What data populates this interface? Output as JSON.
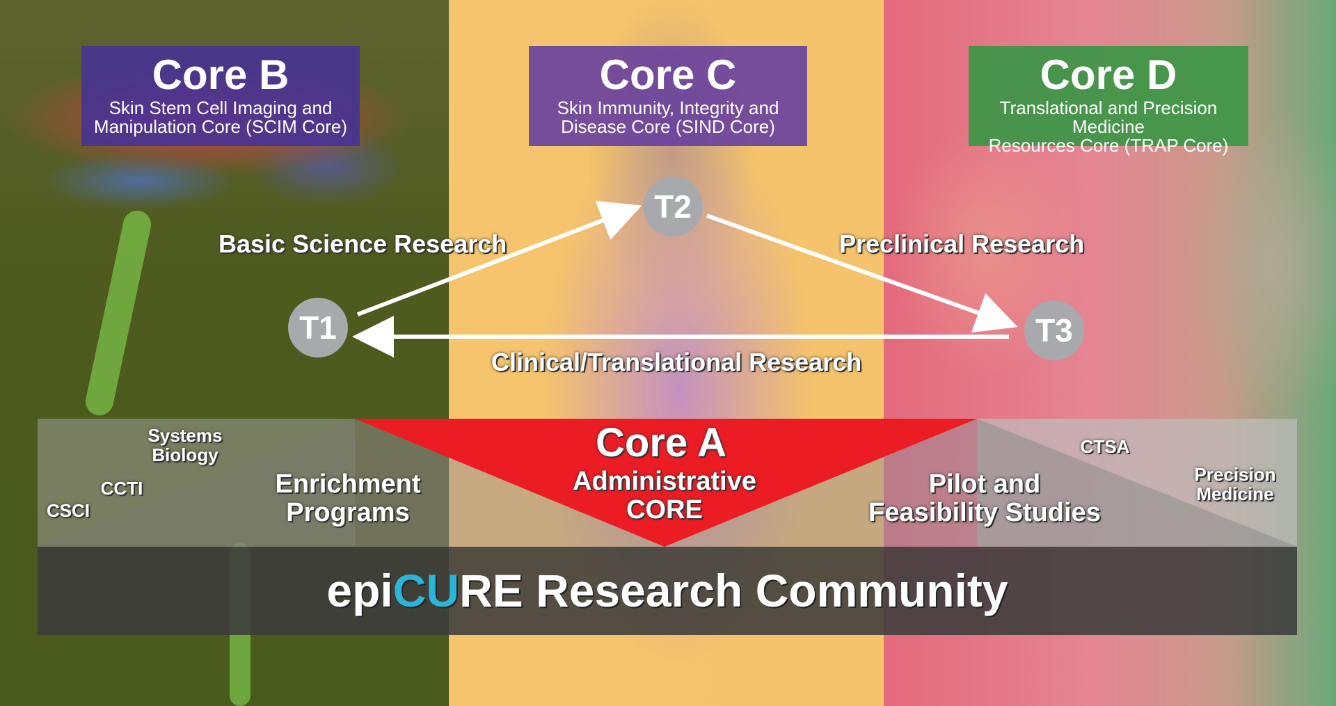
{
  "cores": {
    "b": {
      "title": "Core B",
      "line1": "Skin Stem Cell Imaging and",
      "line2": "Manipulation Core (SCIM Core)"
    },
    "c": {
      "title": "Core C",
      "line1": "Skin Immunity, Integrity and",
      "line2": "Disease Core (SIND Core)"
    },
    "d": {
      "title": "Core D",
      "line1": "Translational and Precision Medicine",
      "line2": "Resources Core (TRAP Core)"
    },
    "a": {
      "title": "Core A",
      "line1": "Administrative",
      "line2": "CORE"
    }
  },
  "nodes": {
    "t1": "T1",
    "t2": "T2",
    "t3": "T3"
  },
  "flows": {
    "basic_science": "Basic Science Research",
    "preclinical": "Preclinical Research",
    "clinical": "Clinical/Translational Research"
  },
  "left_band": {
    "systems_line1": "Systems",
    "systems_line2": "Biology",
    "ccti": "CCTI",
    "csci": "CSCI",
    "enrichment_line1": "Enrichment",
    "enrichment_line2": "Programs"
  },
  "right_band": {
    "pilot_line1": "Pilot and",
    "pilot_line2": "Feasibility Studies",
    "ctsa": "CTSA",
    "precision_line1": "Precision",
    "precision_line2": "Medicine"
  },
  "community": {
    "prefix": "epi",
    "highlight": "CU",
    "suffix": "RE Research Community"
  },
  "colors": {
    "core_a": "#ec1c24",
    "cu_accent": "#2bb5d8",
    "core_d": "#3c9646",
    "core_b": "#463296",
    "core_c": "#643ca0"
  }
}
